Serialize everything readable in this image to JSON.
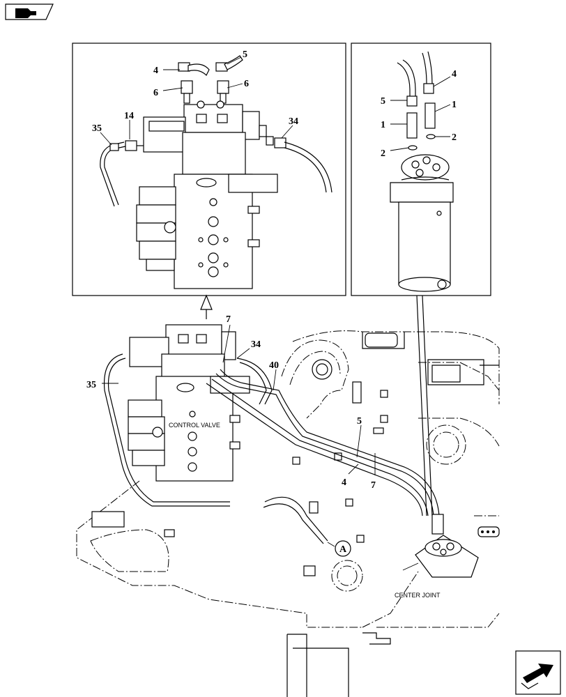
{
  "labels": {
    "control_valve": "CONTROL VALVE",
    "center_joint": "CENTER JOINT",
    "ref_a": "A"
  },
  "callouts_left_detail": {
    "c4": "4",
    "c5": "5",
    "c6a": "6",
    "c6b": "6",
    "c14": "14",
    "c35": "35",
    "c34": "34"
  },
  "callouts_right_detail": {
    "c4": "4",
    "c5": "5",
    "c1a": "1",
    "c1b": "1",
    "c2a": "2",
    "c2b": "2"
  },
  "callouts_main": {
    "c7a": "7",
    "c34": "34",
    "c40": "40",
    "c35": "35",
    "c5": "5",
    "c4": "4",
    "c7b": "7"
  },
  "icons": {
    "top_left": "book-arrow-icon",
    "bottom_right": "next-page-arrow-icon"
  }
}
